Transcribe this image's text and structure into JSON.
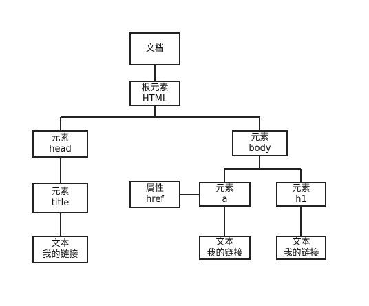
{
  "nodes": {
    "document": {
      "line1": "文档",
      "line2": ""
    },
    "root": {
      "line1": "根元素",
      "line2": "HTML"
    },
    "head": {
      "line1": "元素",
      "line2": "head"
    },
    "title": {
      "line1": "元素",
      "line2": "title"
    },
    "title_text": {
      "line1": "文本",
      "line2": "我的链接"
    },
    "body": {
      "line1": "元素",
      "line2": "body"
    },
    "attr_href": {
      "line1": "属性",
      "line2": "href"
    },
    "a": {
      "line1": "元素",
      "line2": "a"
    },
    "a_text": {
      "line1": "文本",
      "line2": "我的链接"
    },
    "h1": {
      "line1": "元素",
      "line2": "h1"
    },
    "h1_text": {
      "line1": "文本",
      "line2": "我的链接"
    }
  }
}
